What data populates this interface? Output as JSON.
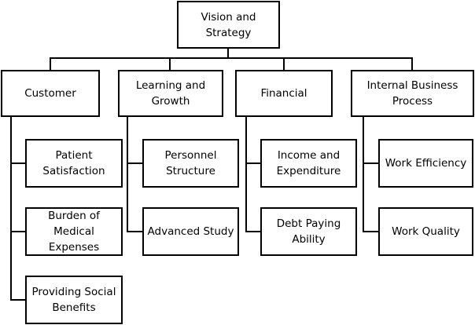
{
  "root": {
    "label": "Vision and\nStrategy"
  },
  "perspectives": [
    {
      "label": "Customer",
      "children": [
        "Patient\nSatisfaction",
        "Burden of\nMedical Expenses",
        "Providing Social\nBenefits"
      ]
    },
    {
      "label": "Learning and\nGrowth",
      "children": [
        "Personnel\nStructure",
        "Advanced Study"
      ]
    },
    {
      "label": "Financial",
      "children": [
        "Income and\nExpenditure",
        "Debt Paying\nAbility"
      ]
    },
    {
      "label": "Internal Business\nProcess",
      "children": [
        "Work Efficiency",
        "Work Quality"
      ]
    }
  ]
}
